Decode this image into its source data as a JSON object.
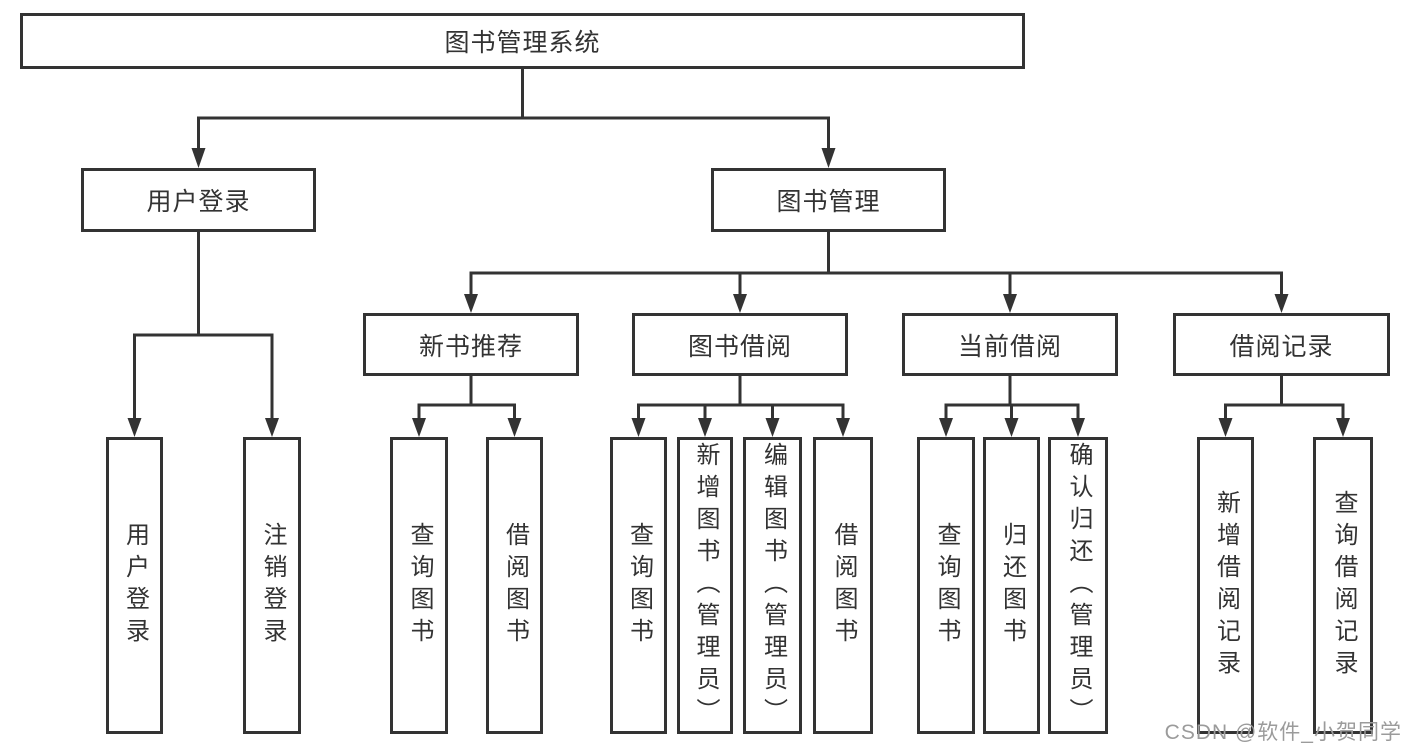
{
  "diagram": {
    "type": "hierarchy-tree",
    "title": "图书管理系统"
  },
  "nodes": {
    "root": "图书管理系统",
    "user_login": "用户登录",
    "book_mgmt": "图书管理",
    "new_book_rec": "新书推荐",
    "book_borrow": "图书借阅",
    "current_borrow": "当前借阅",
    "borrow_record": "借阅记录",
    "leaf_user_login": "用户登录",
    "leaf_logout": "注销登录",
    "leaf_nbr_query_book": "查询图书",
    "leaf_nbr_borrow_book": "借阅图书",
    "leaf_bb_query_book": "查询图书",
    "leaf_bb_add_book": "新增图书（管理员）",
    "leaf_bb_edit_book": "编辑图书（管理员）",
    "leaf_bb_borrow_book": "借阅图书",
    "leaf_cb_query_book": "查询图书",
    "leaf_cb_return_book": "归还图书",
    "leaf_cb_confirm_return": "确认归还（管理员）",
    "leaf_br_add_record": "新增借阅记录",
    "leaf_br_query_record": "查询借阅记录"
  },
  "hierarchy": {
    "图书管理系统": {
      "用户登录": [
        "用户登录",
        "注销登录"
      ],
      "图书管理": {
        "新书推荐": [
          "查询图书",
          "借阅图书"
        ],
        "图书借阅": [
          "查询图书",
          "新增图书（管理员）",
          "编辑图书（管理员）",
          "借阅图书"
        ],
        "当前借阅": [
          "查询图书",
          "归还图书",
          "确认归还（管理员）"
        ],
        "借阅记录": [
          "新增借阅记录",
          "查询借阅记录"
        ]
      }
    }
  },
  "watermark": {
    "text": "CSDN @软件_小贺同学",
    "color": "#9b9b9b"
  },
  "colors": {
    "line": "#333333",
    "text": "#333333",
    "box_fill": "#ffffff",
    "background": "#ffffff"
  }
}
